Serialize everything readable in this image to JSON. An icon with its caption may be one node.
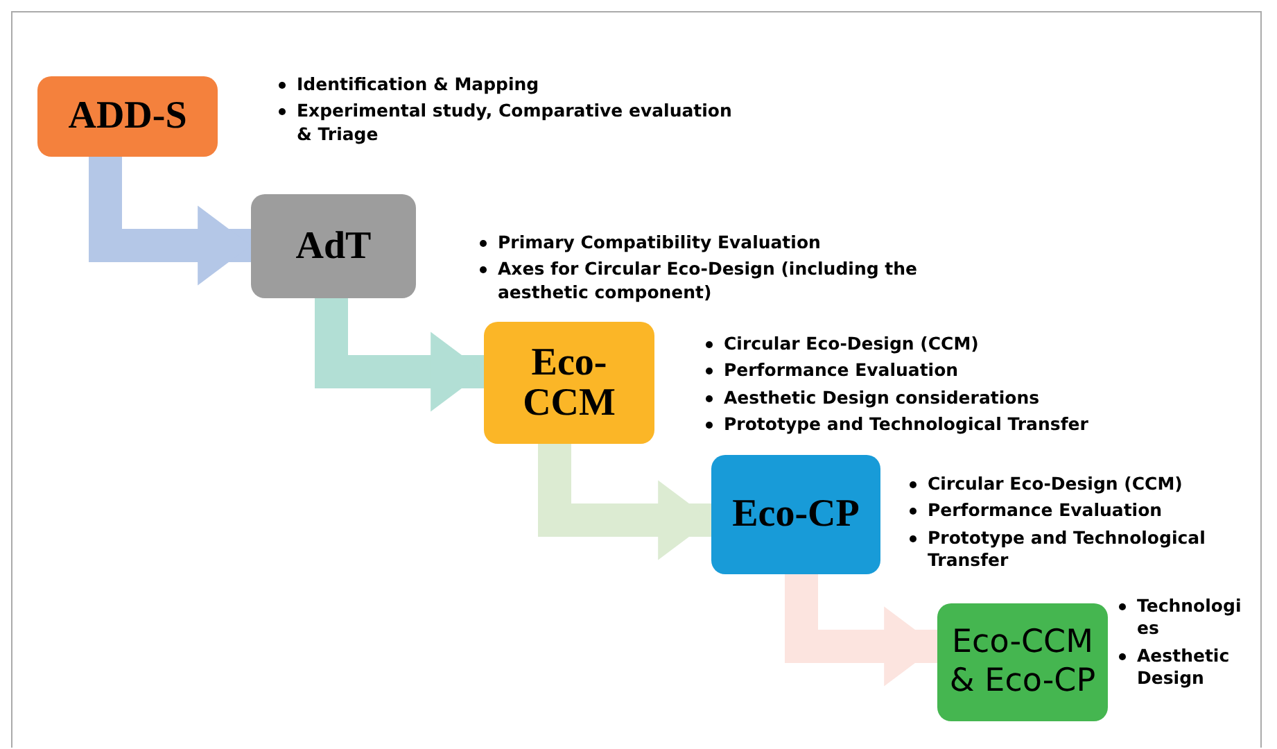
{
  "diagram": {
    "nodes": [
      {
        "text": [
          "ADD-S"
        ],
        "beside": [
          "Identification & Mapping",
          "Experimental study, Comparative evaluation & Triage"
        ]
      },
      {
        "text": [
          "AdT"
        ],
        "beside": [
          "Primary Compatibility Evaluation",
          " Axes for Circular Eco-Design (including the aesthetic component)"
        ]
      },
      {
        "text": [
          "Eco-CCM"
        ],
        "beside": [
          "Circular Eco-Design (CCM)",
          "Performance Evaluation",
          "Aesthetic Design considerations",
          "Prototype and Technological Transfer"
        ]
      },
      {
        "text": [
          "Eco-CP"
        ],
        "beside": [
          "Circular Eco-Design (CCM)",
          "Performance Evaluation",
          "Prototype and Technological Transfer"
        ]
      },
      {
        "text": [
          "Eco-CCM & Eco-CP"
        ],
        "beside": [
          "Technologies",
          "Aesthetic Design"
        ]
      }
    ],
    "edges": [
      {
        "from": 0,
        "to": 1,
        "arrow": "to",
        "color": "#b4c7e7"
      },
      {
        "from": 1,
        "to": 2,
        "arrow": "to",
        "color": "#b2dfd5"
      },
      {
        "from": 2,
        "to": 3,
        "arrow": "to",
        "color": "#dcebd2"
      },
      {
        "from": 3,
        "to": 4,
        "arrow": "to",
        "color": "#fce4df"
      }
    ]
  }
}
